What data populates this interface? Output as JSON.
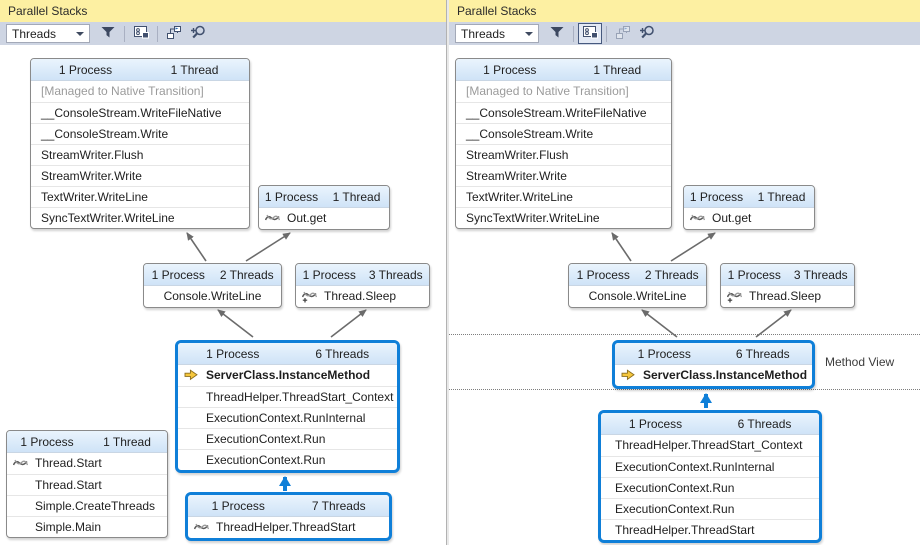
{
  "colors": {
    "highlight_blue": "#0f7fd8",
    "title_bar_yellow": "#fdf0a2",
    "toolbar_gray": "#ced5e3",
    "box_header_blue": "#d9e9f9",
    "arrow_gray": "#6b6b6b",
    "current_frame_yellow": "#f6c73c"
  },
  "left": {
    "title": "Parallel Stacks",
    "combo": "Threads",
    "writeline": {
      "process": "1 Process",
      "threads": "1 Thread",
      "rows": [
        "[Managed to Native Transition]",
        "__ConsoleStream.WriteFileNative",
        "__ConsoleStream.Write",
        "StreamWriter.Flush",
        "StreamWriter.Write",
        "TextWriter.WriteLine",
        "SyncTextWriter.WriteLine"
      ]
    },
    "outget": {
      "process": "1 Process",
      "threads": "1 Thread",
      "method": "Out.get"
    },
    "console": {
      "process": "1 Process",
      "threads": "2 Threads",
      "method": "Console.WriteLine"
    },
    "sleep": {
      "process": "1 Process",
      "threads": "3 Threads",
      "method": "Thread.Sleep"
    },
    "server": {
      "process": "1 Process",
      "threads": "6 Threads",
      "current": "ServerClass.InstanceMethod",
      "rows": [
        "ThreadHelper.ThreadStart_Context",
        "ExecutionContext.RunInternal",
        "ExecutionContext.Run",
        "ExecutionContext.Run"
      ]
    },
    "main": {
      "process": "1 Process",
      "threads": "1 Thread",
      "rows": [
        "Thread.Start",
        "Thread.Start",
        "Simple.CreateThreads",
        "Simple.Main"
      ]
    },
    "threadstart": {
      "process": "1 Process",
      "threads": "7 Threads",
      "method": "ThreadHelper.ThreadStart"
    }
  },
  "right": {
    "title": "Parallel Stacks",
    "combo": "Threads",
    "method_view_label": "Method View",
    "writeline": {
      "process": "1 Process",
      "threads": "1 Thread",
      "rows": [
        "[Managed to Native Transition]",
        "__ConsoleStream.WriteFileNative",
        "__ConsoleStream.Write",
        "StreamWriter.Flush",
        "StreamWriter.Write",
        "TextWriter.WriteLine",
        "SyncTextWriter.WriteLine"
      ]
    },
    "outget": {
      "process": "1 Process",
      "threads": "1 Thread",
      "method": "Out.get"
    },
    "console": {
      "process": "1 Process",
      "threads": "2 Threads",
      "method": "Console.WriteLine"
    },
    "sleep": {
      "process": "1 Process",
      "threads": "3 Threads",
      "method": "Thread.Sleep"
    },
    "method": {
      "process": "1 Process",
      "threads": "6 Threads",
      "current": "ServerClass.InstanceMethod"
    },
    "stack2": {
      "process": "1 Process",
      "threads": "6 Threads",
      "rows": [
        "ThreadHelper.ThreadStart_Context",
        "ExecutionContext.RunInternal",
        "ExecutionContext.Run",
        "ExecutionContext.Run",
        "ThreadHelper.ThreadStart"
      ]
    }
  }
}
